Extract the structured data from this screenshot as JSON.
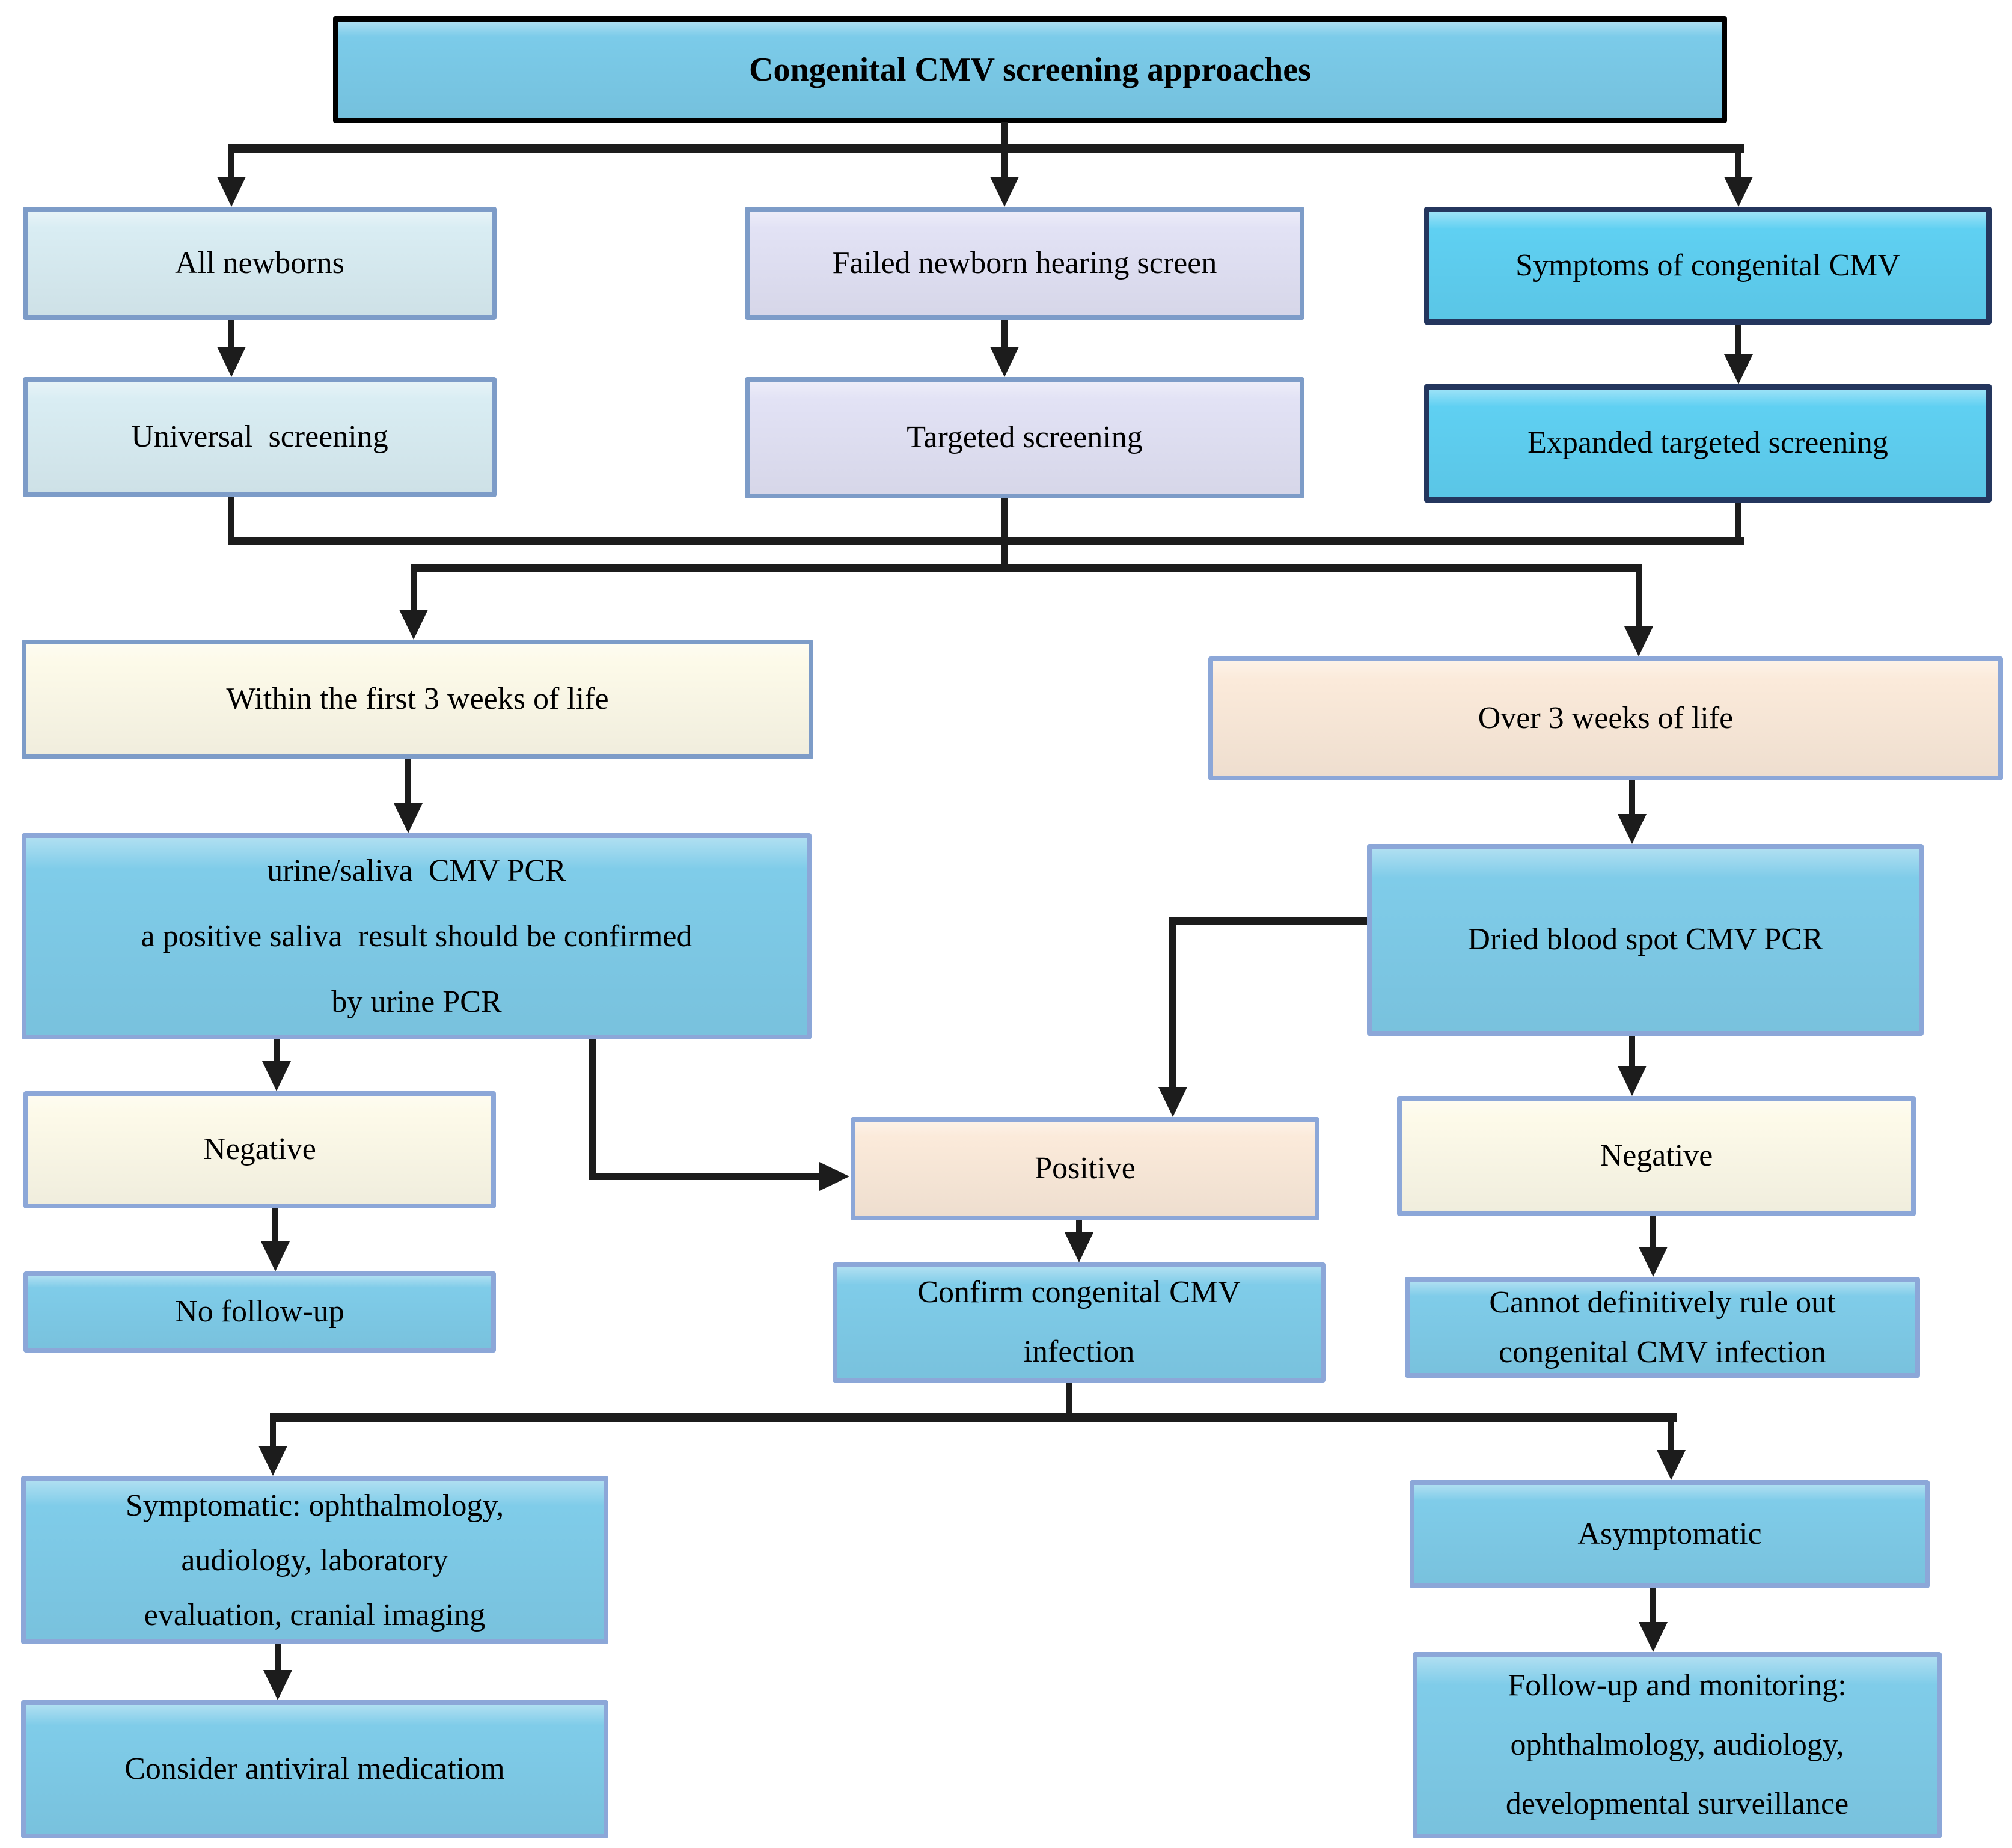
{
  "colors": {
    "sky": "#7BCBE9",
    "light_cyan": "#D9EDF3",
    "lavender": "#E2E2F5",
    "bright_cyan": "#5FD0F2",
    "cream": "#FDFAE9",
    "peach": "#FBEADA",
    "process_blue": "#7FCCE9",
    "border_slate": "#7D9CC8",
    "border_blue": "#8CA7D8",
    "border_navy": "#24365E",
    "line": "#1C1C1C"
  },
  "nodes": {
    "title": "Congenital CMV screening approaches",
    "all_newborns": "All newborns",
    "failed_hearing_screen": "Failed newborn hearing screen",
    "symptoms_congenital_cmv": "Symptoms of congenital CMV",
    "universal_screening": "Universal  screening",
    "targeted_screening": "Targeted screening",
    "expanded_targeted_screening": "Expanded targeted screening",
    "within_first_3_weeks": "Within the first 3 weeks of life",
    "over_3_weeks": "Over 3 weeks of life",
    "urine_saliva_pcr": "urine/saliva  CMV PCR\na positive saliva  result should be confirmed\nby urine PCR",
    "dried_blood_spot": "Dried blood spot CMV PCR",
    "negative_left": "Negative",
    "positive": "Positive",
    "negative_right": "Negative",
    "no_follow_up": "No follow-up",
    "confirm_infection": "Confirm congenital CMV\ninfection",
    "cannot_rule_out": "Cannot definitively rule out\ncongenital CMV infection",
    "symptomatic": "Symptomatic: ophthalmology,\naudiology, laboratory\nevaluation, cranial imaging",
    "consider_antiviral": "Consider antiviral medicatiom",
    "asymptomatic": "Asymptomatic",
    "follow_up_monitoring": "Follow-up and monitoring:\nophthalmology, audiology,\ndevelopmental surveillance"
  }
}
